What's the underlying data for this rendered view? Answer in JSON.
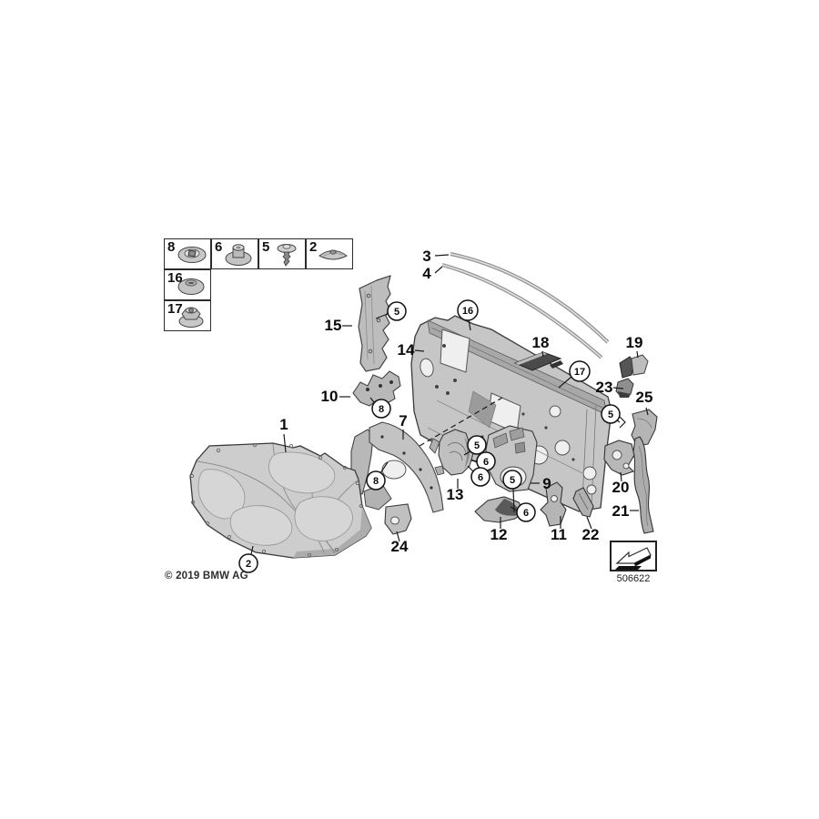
{
  "fastener_table": {
    "rows": [
      {
        "cells": [
          {
            "label": "8",
            "icon": "flat-clip"
          },
          {
            "label": "6",
            "icon": "grommet-nut"
          },
          {
            "label": "5",
            "icon": "expanding-rivet"
          },
          {
            "label": "2",
            "icon": "push-clip"
          }
        ]
      },
      {
        "cells": [
          {
            "label": "16",
            "icon": "dome-plug"
          }
        ]
      },
      {
        "cells": [
          {
            "label": "17",
            "icon": "flange-nut"
          }
        ]
      }
    ]
  },
  "callouts": {
    "plain": [
      {
        "text": "1"
      },
      {
        "text": "3"
      },
      {
        "text": "4"
      },
      {
        "text": "7"
      },
      {
        "text": "9"
      },
      {
        "text": "10"
      },
      {
        "text": "11"
      },
      {
        "text": "12"
      },
      {
        "text": "13"
      },
      {
        "text": "14"
      },
      {
        "text": "15"
      },
      {
        "text": "18"
      },
      {
        "text": "19"
      },
      {
        "text": "20"
      },
      {
        "text": "21"
      },
      {
        "text": "22"
      },
      {
        "text": "23"
      },
      {
        "text": "24"
      },
      {
        "text": "25"
      }
    ],
    "circled": [
      {
        "text": "2"
      },
      {
        "text": "5"
      },
      {
        "text": "5"
      },
      {
        "text": "5"
      },
      {
        "text": "5"
      },
      {
        "text": "6"
      },
      {
        "text": "6"
      },
      {
        "text": "6"
      },
      {
        "text": "8"
      },
      {
        "text": "8"
      },
      {
        "text": "16"
      },
      {
        "text": "17"
      }
    ]
  },
  "footer": {
    "copyright": "© 2019 BMW AG"
  },
  "legend": {
    "diagram_number": "506622",
    "icon": "direction-arrow"
  },
  "colors": {
    "line": "#3a3a3a",
    "part_fill": "#c6c6c6",
    "dark_fill": "#4a4a4a",
    "background": "#ffffff"
  }
}
